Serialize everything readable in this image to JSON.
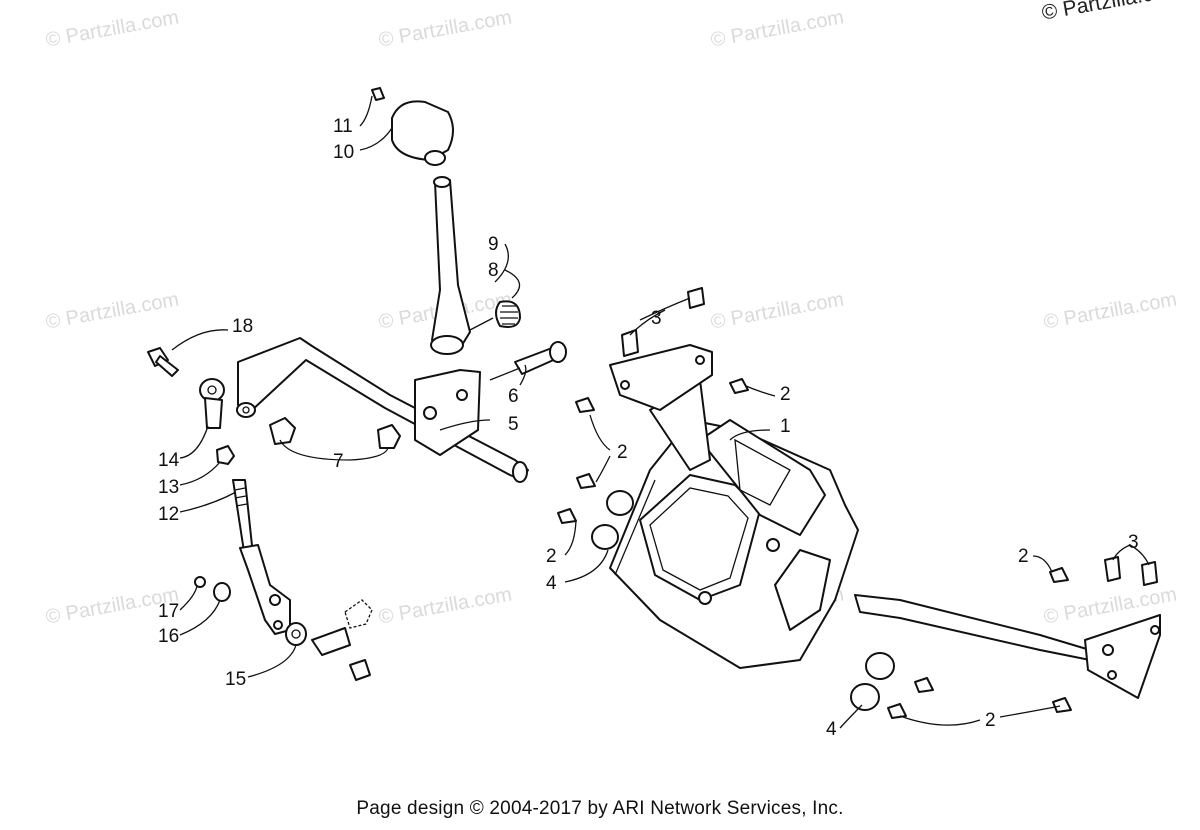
{
  "copyright": "© Partzilla.com",
  "watermark": "© Partzilla.com",
  "footer": "Page design © 2004-2017 by ARI Network Services, Inc.",
  "callouts": {
    "c1": "1",
    "c2a": "2",
    "c2b": "2",
    "c2c": "2",
    "c2d": "2",
    "c2e": "2",
    "c3a": "3",
    "c3b": "3",
    "c4a": "4",
    "c4b": "4",
    "c5": "5",
    "c6": "6",
    "c7": "7",
    "c8": "8",
    "c9": "9",
    "c10": "10",
    "c11": "11",
    "c12": "12",
    "c13": "13",
    "c14": "14",
    "c15": "15",
    "c16": "16",
    "c17": "17",
    "c18": "18"
  }
}
